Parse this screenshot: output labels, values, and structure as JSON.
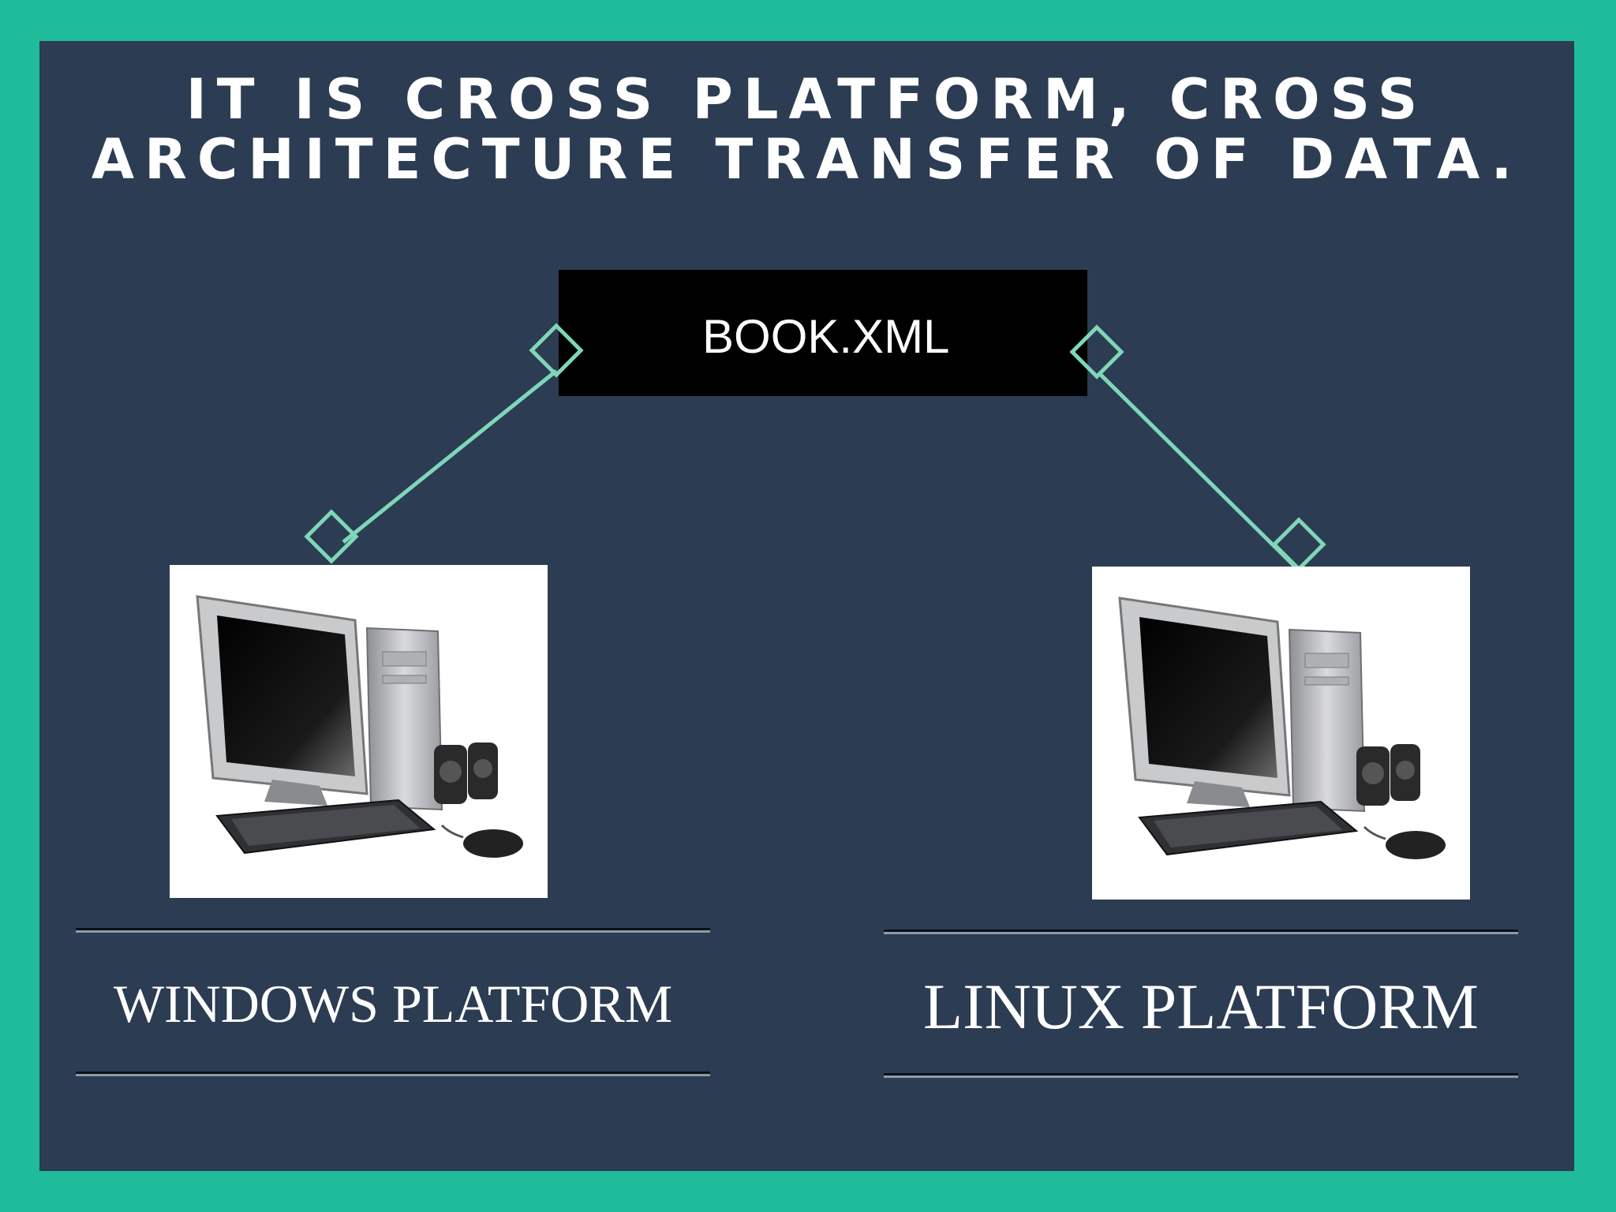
{
  "title": {
    "line1": "IT IS CROSS PLATFORM, CROSS",
    "line2": "ARCHITECTURE TRANSFER OF DATA."
  },
  "file": {
    "label": "BOOK.XML"
  },
  "nodes": {
    "windows": {
      "label": "WINDOWS PLATFORM",
      "icon": "desktop-computer-icon"
    },
    "linux": {
      "label": "LINUX PLATFORM",
      "icon": "desktop-computer-icon"
    }
  },
  "colors": {
    "outer_border": "#1fbc9c",
    "background": "#2c3c52",
    "connector": "#7fd6b8",
    "file_box": "#000000",
    "text": "#ffffff"
  }
}
